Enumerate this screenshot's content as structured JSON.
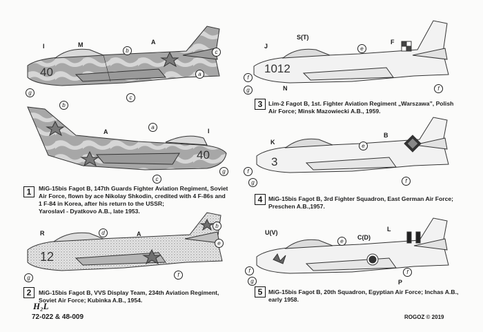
{
  "captions": [
    {
      "number": "1",
      "lines": [
        "MiG-15bis Fagot B, 147th  Guards Fighter Aviation Regiment, Soviet",
        "Air Force, flown  by ace Nikolay Shkodin, credited  with 4 F-86s and",
        "1 F-84 in Korea, after his return  to  the  USSR;",
        "Yaroslavl - Dyatkovo A.B., late 1953."
      ]
    },
    {
      "number": "2",
      "lines": [
        "MiG-15bis Fagot B, VVS Display Team, 234th Aviation Regiment,",
        "Soviet Air Force; Kubinka A.B., 1954."
      ]
    },
    {
      "number": "3",
      "lines": [
        "Lim-2 Fagot B, 1st. Fighter Aviation Regiment „Warszawa”, Polish",
        "Air Force; Minsk Mazowiecki A.B., 1959."
      ]
    },
    {
      "number": "4",
      "lines": [
        "MiG-15bis Fagot B, 3rd Fighter Squadron, East German Air Force;",
        "Preschen A.B.,1957."
      ]
    },
    {
      "number": "5",
      "lines": [
        "MiG-15bis Fagot B, 20th Squadron, Egyptian Air Force; Inchas A.B.,",
        "early 1958."
      ]
    }
  ],
  "tail_numbers": {
    "a1_top": "40",
    "a1_bottom": "40",
    "a2": "12",
    "a3": "1012",
    "a4": "3"
  },
  "callouts": {
    "I": "I",
    "M": "M",
    "A": "A",
    "R": "R",
    "J": "J",
    "S_T": "S(T)",
    "F": "F",
    "N": "N",
    "K": "K",
    "B": "B",
    "U_V": "U(V)",
    "C_D": "C(D)",
    "L": "L",
    "P": "P"
  },
  "circled": {
    "a": "a",
    "b": "b",
    "c": "c",
    "d": "d",
    "e": "e",
    "f": "f",
    "g": "g"
  },
  "footer": {
    "product_code": "72-022 & 48-009",
    "copyright": "ROGOZ © 2019",
    "logo": "H₂L"
  }
}
